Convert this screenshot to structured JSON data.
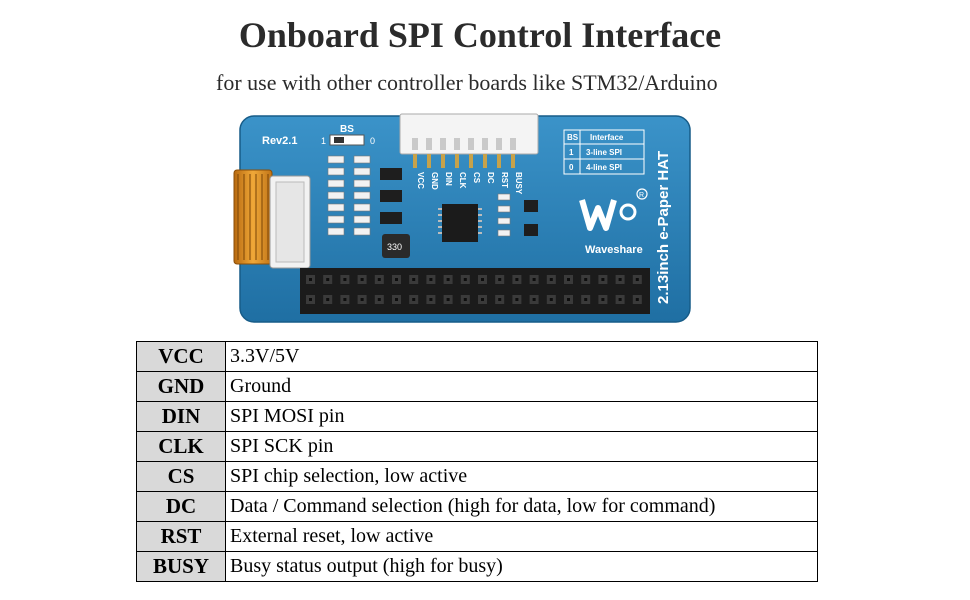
{
  "title": "Onboard SPI Control Interface",
  "subtitle": "for use with other controller boards like STM32/Arduino",
  "board": {
    "revision": "Rev2.1",
    "bs_label": "BS",
    "bs_one": "1",
    "bs_zero": "0",
    "bs_table": {
      "headers": [
        "BS",
        "Interface"
      ],
      "rows": [
        [
          "1",
          "3-line SPI"
        ],
        [
          "0",
          "4-line SPI"
        ]
      ]
    },
    "pin_labels": [
      "VCC",
      "GND",
      "DIN",
      "CLK",
      "CS",
      "DC",
      "RST",
      "BUSY"
    ],
    "brand": "Waveshare",
    "product_name": "2.13inch e-Paper HAT",
    "chip_mark": "330",
    "colors": {
      "pcb": "#2a7fb5",
      "header": "#1a1a1a",
      "fpc": "#d88a1a"
    }
  },
  "pins": [
    {
      "name": "VCC",
      "desc": "3.3V/5V"
    },
    {
      "name": "GND",
      "desc": "Ground"
    },
    {
      "name": "DIN",
      "desc": "SPI MOSI pin"
    },
    {
      "name": "CLK",
      "desc": "SPI SCK pin"
    },
    {
      "name": "CS",
      "desc": "SPI chip selection, low active"
    },
    {
      "name": "DC",
      "desc": "Data / Command selection (high for data, low for command)"
    },
    {
      "name": "RST",
      "desc": "External reset, low active"
    },
    {
      "name": "BUSY",
      "desc": "Busy status output (high for busy)"
    }
  ]
}
